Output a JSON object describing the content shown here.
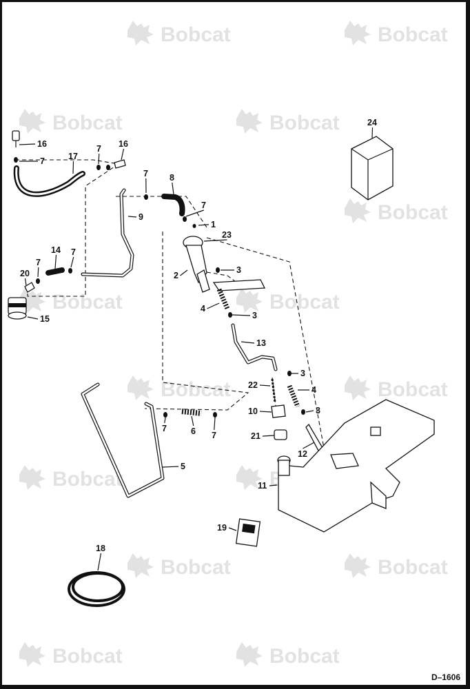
{
  "document": {
    "diagram_id": "D–1606",
    "watermark_text": "Bobcat"
  },
  "colors": {
    "watermark": "#e2e2e2",
    "ink": "#111111"
  },
  "callouts": [
    "1",
    "2",
    "3",
    "3",
    "3",
    "3",
    "4",
    "4",
    "5",
    "6",
    "7",
    "7",
    "7",
    "7",
    "7",
    "7",
    "7",
    "7",
    "8",
    "9",
    "10",
    "11",
    "12",
    "13",
    "14",
    "15",
    "16",
    "16",
    "17",
    "18",
    "19",
    "20",
    "21",
    "22",
    "23",
    "24"
  ]
}
